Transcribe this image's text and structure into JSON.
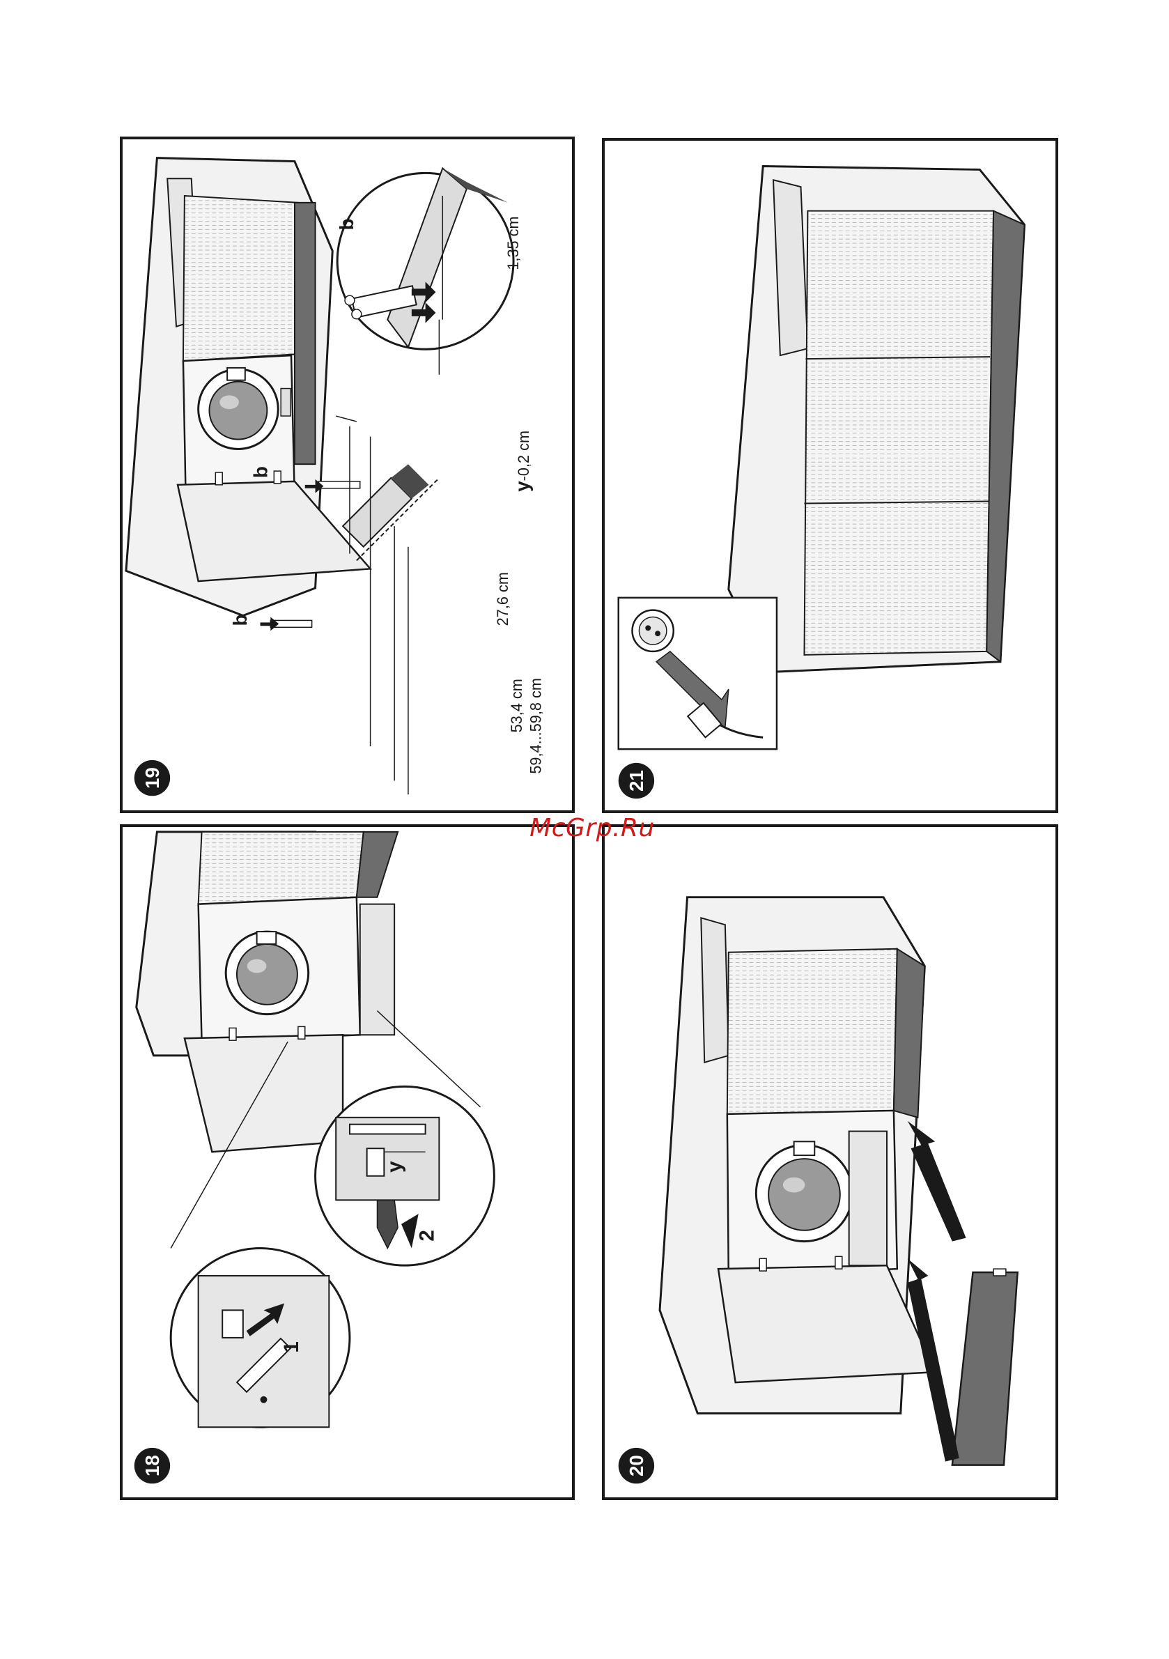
{
  "watermark": "McGrp.Ru",
  "colors": {
    "line": "#1a1a1a",
    "body": "#f2f2f2",
    "side": "#e0e0e0",
    "dark": "#6d6d6d",
    "darker": "#4a4a4a",
    "hatch": "#b8b8b8",
    "watermark": "#d21a1a"
  },
  "figures": [
    {
      "number": "19",
      "labels": {
        "b_top": "b",
        "b_mid": "b",
        "b_low": "b",
        "dim_a": "1,35 cm",
        "dim_y": "y",
        "dim_y_rest": "-0,2 cm",
        "dim_c": "27,6 cm",
        "dim_d": "53,4 cm",
        "dim_e": "59,4...59,8 cm"
      }
    },
    {
      "number": "21",
      "labels": {}
    },
    {
      "number": "18",
      "labels": {
        "step1": "1",
        "step2": "2",
        "dim_y": "y"
      }
    },
    {
      "number": "20",
      "labels": {}
    }
  ]
}
